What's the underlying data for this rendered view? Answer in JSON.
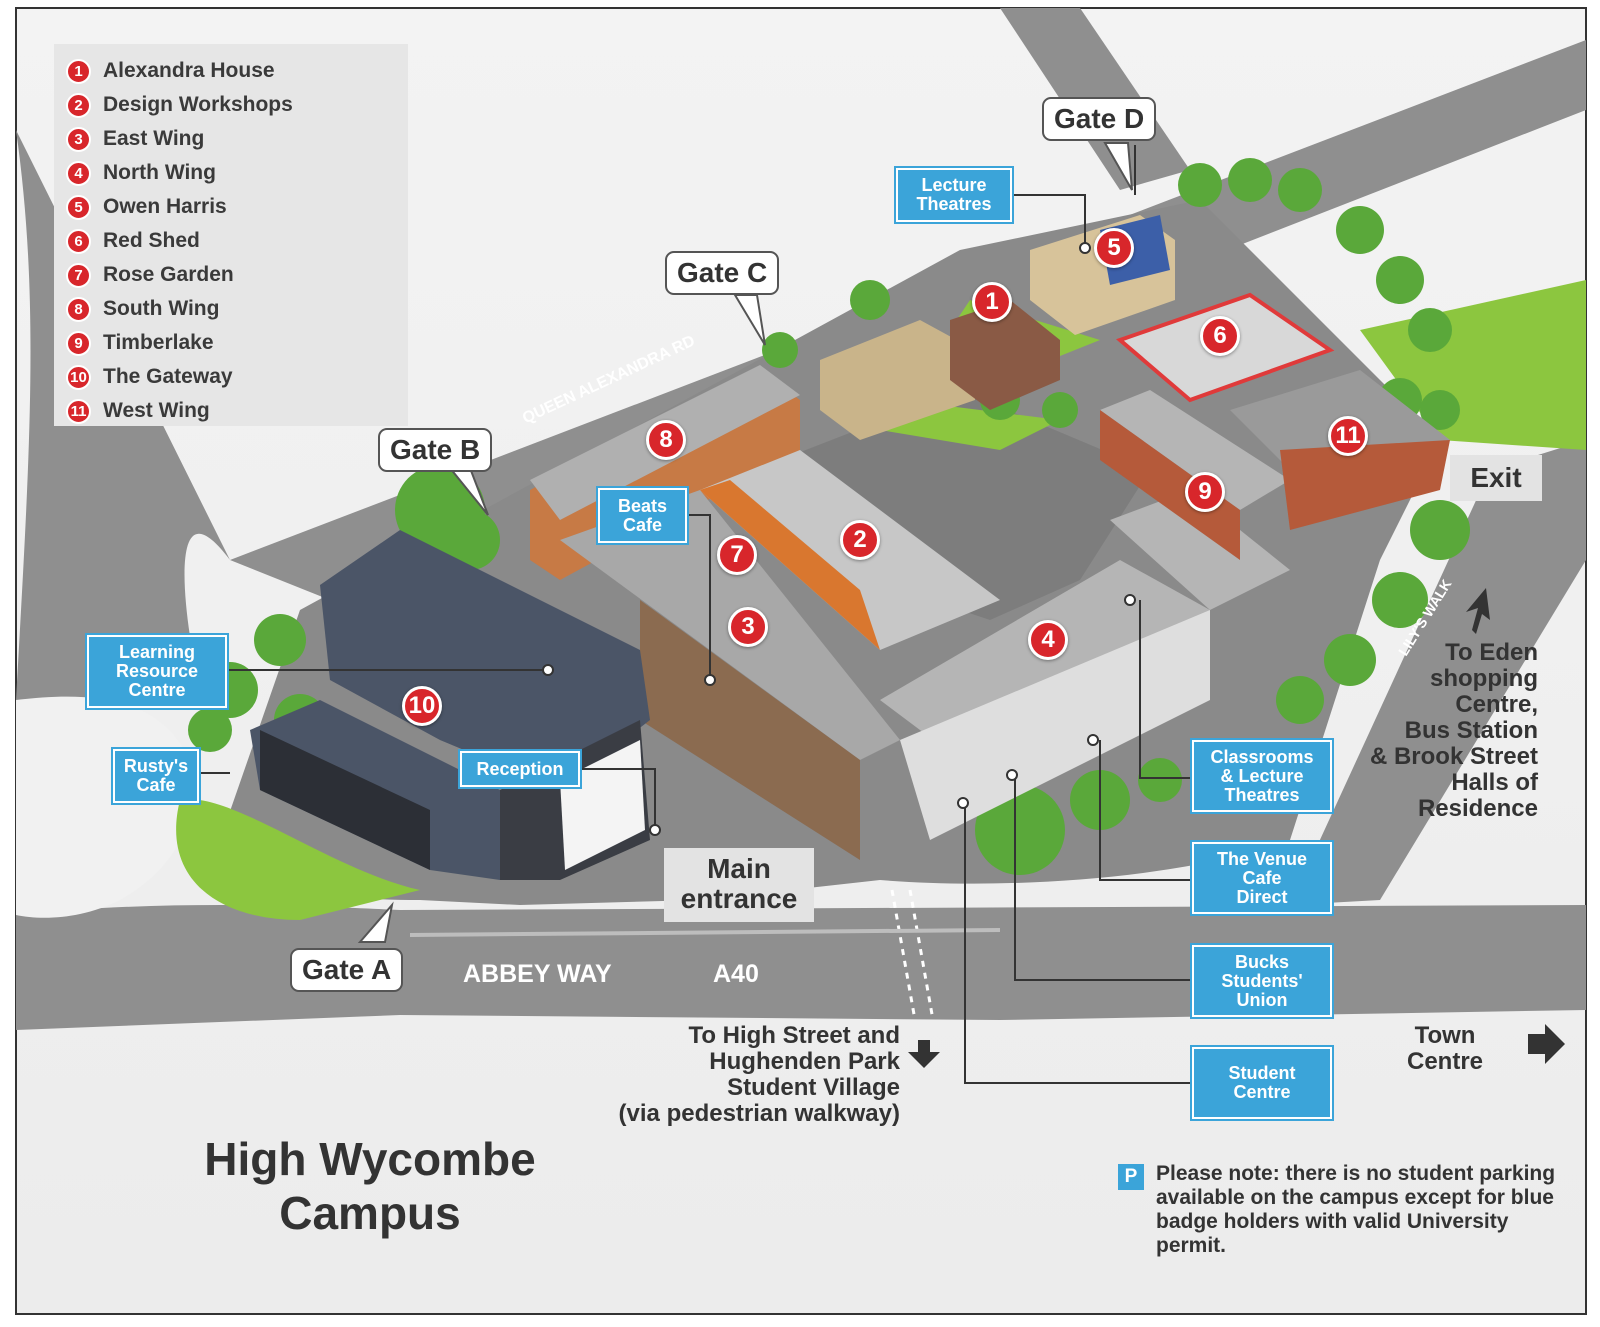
{
  "map": {
    "title": "High Wycombe\nCampus",
    "legend": [
      {
        "num": "1",
        "name": "Alexandra House"
      },
      {
        "num": "2",
        "name": "Design Workshops"
      },
      {
        "num": "3",
        "name": "East Wing"
      },
      {
        "num": "4",
        "name": "North Wing"
      },
      {
        "num": "5",
        "name": "Owen Harris"
      },
      {
        "num": "6",
        "name": "Red Shed"
      },
      {
        "num": "7",
        "name": "Rose Garden"
      },
      {
        "num": "8",
        "name": "South Wing"
      },
      {
        "num": "9",
        "name": "Timberlake"
      },
      {
        "num": "10",
        "name": "The Gateway"
      },
      {
        "num": "11",
        "name": "West Wing"
      }
    ],
    "gates": {
      "a": "Gate A",
      "b": "Gate B",
      "c": "Gate C",
      "d": "Gate D"
    },
    "facilities": {
      "lecture_theatres": "Lecture\nTheatres",
      "beats_cafe": "Beats\nCafe",
      "learning_resource_centre": "Learning\nResource\nCentre",
      "rustys_cafe": "Rusty's\nCafe",
      "reception": "Reception",
      "classrooms": "Classrooms\n& Lecture\nTheatres",
      "venue_cafe": "The Venue\nCafe\nDirect",
      "students_union": "Bucks\nStudents'\nUnion",
      "student_centre": "Student\nCentre"
    },
    "labels": {
      "main_entrance": "Main\nentrance",
      "exit": "Exit",
      "queen_alexandra_rd": "QUEEN ALEXANDRA RD",
      "abbey_way": "ABBEY WAY",
      "a40": "A40",
      "lilys_walk": "LILY'S WALK"
    },
    "directions": {
      "eden": "To Eden\nshopping\nCentre,\nBus Station\n& Brook Street\nHalls of\nResidence",
      "high_street": "To High Street and\nHughenden Park\nStudent Village\n(via pedestrian walkway)",
      "town_centre": "Town\nCentre"
    },
    "parking": {
      "icon": "P",
      "note": "Please note: there is no student parking available on the campus except for blue badge holders with valid University permit."
    },
    "colors": {
      "badge_red": "#d8262b",
      "facility_blue": "#3ba4d9",
      "road_grey": "#8f8f8f",
      "grass_green": "#8cc63f"
    }
  }
}
